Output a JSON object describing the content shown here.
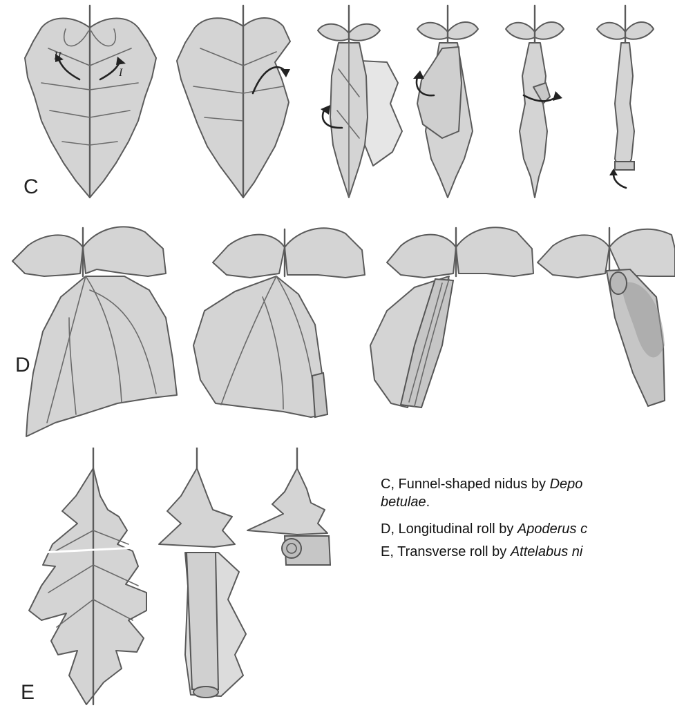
{
  "rows": {
    "c": {
      "letter": "C",
      "arrow_labels": [
        "II",
        "I"
      ]
    },
    "d": {
      "letter": "D"
    },
    "e": {
      "letter": "E"
    }
  },
  "captions": {
    "c": {
      "text": "C, Funnel-shaped nidus by ",
      "species": "Depo",
      "continuation": "betulae",
      "end": "."
    },
    "d": {
      "text": "D, Longitudinal roll by ",
      "species": "Apoderus c"
    },
    "e": {
      "text": "E, Transverse roll by ",
      "species": "Attelabus ni"
    }
  }
}
